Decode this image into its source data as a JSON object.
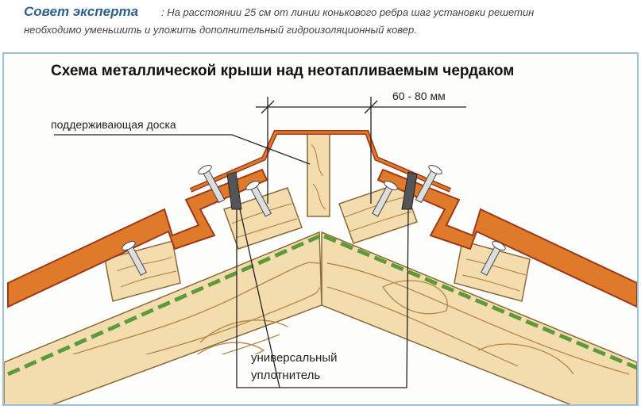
{
  "tip": {
    "heading": "Совет эксперта",
    "line1": ": На расстоянии 25 см от линии конькового ребра шаг установки решетин",
    "line2": "необходимо уменьшить и уложить дополнительный гидроизоляционный ковер."
  },
  "diagram": {
    "title": "Схема металлической крыши над неотапливаемым чердаком",
    "dimension_label": "60 - 80 мм",
    "label_support_board": "поддерживающая доска",
    "label_sealant_line1": "универсальный",
    "label_sealant_line2": "уплотнитель"
  },
  "colors": {
    "metal": "#e07a2b",
    "metal_dark": "#9b3a1a",
    "wood": "#f3dcae",
    "wood_line": "#b88b4a",
    "membrane": "#5f9a3a",
    "frame_border": "#9cc0d9",
    "heading": "#2d5f8f"
  }
}
